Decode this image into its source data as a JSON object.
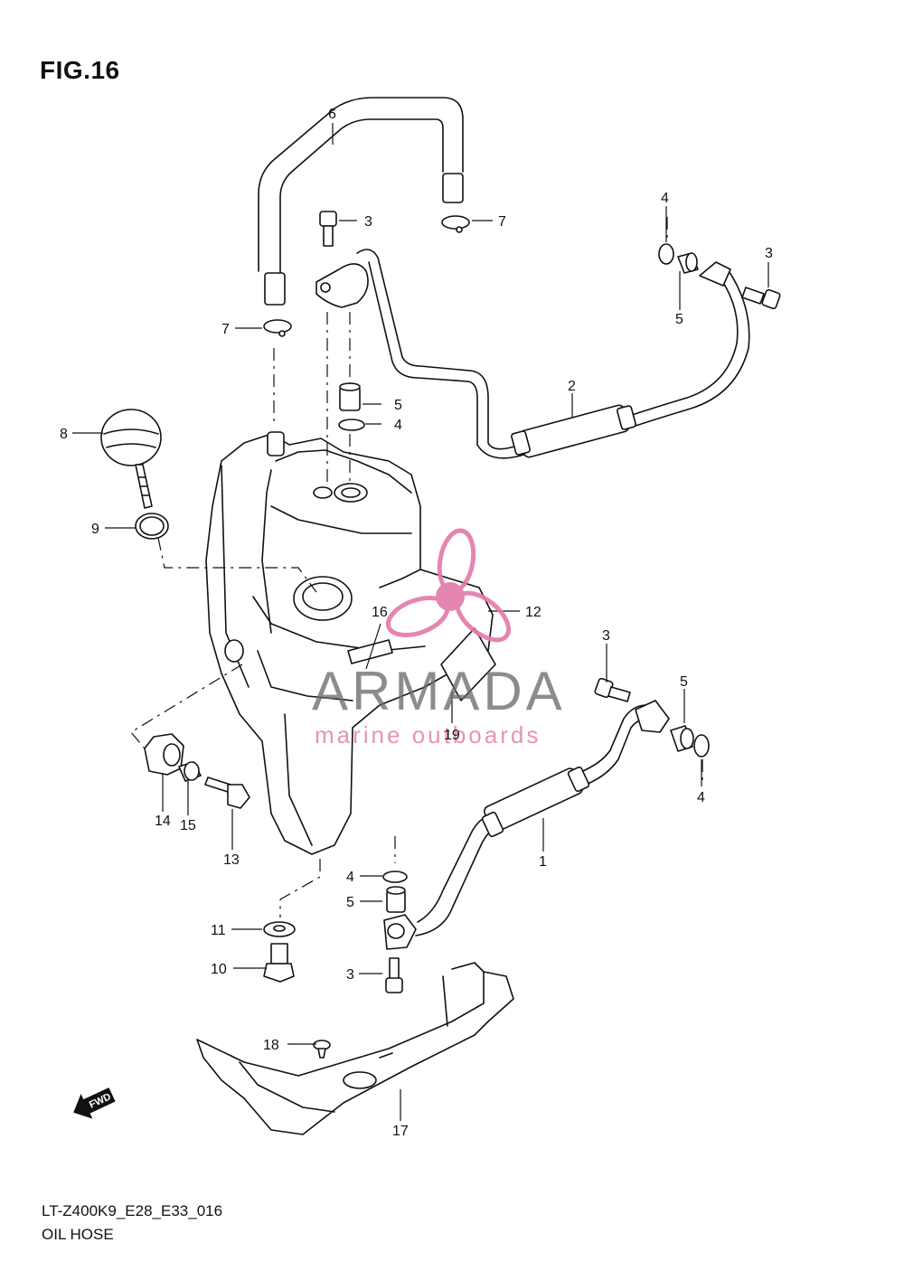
{
  "figure": {
    "title": "FIG.16",
    "model_code": "LT-Z400K9_E28_E33_016",
    "section_name": "OIL HOSE"
  },
  "watermark": {
    "brand": "ARMADA",
    "tagline": "marine outboards",
    "accent_color": "#e27aa8"
  },
  "direction_marker": {
    "label": "FWD",
    "icon": "fwd-arrow-icon"
  },
  "callouts": {
    "n1": "1",
    "n2": "2",
    "n3a": "3",
    "n3b": "3",
    "n3c": "3",
    "n3d": "3",
    "n4a": "4",
    "n4b": "4",
    "n4c": "4",
    "n4d": "4",
    "n5a": "5",
    "n5b": "5",
    "n5c": "5",
    "n5d": "5",
    "n6": "6",
    "n7a": "7",
    "n7b": "7",
    "n8": "8",
    "n9": "9",
    "n10": "10",
    "n11": "11",
    "n12": "12",
    "n13": "13",
    "n14": "14",
    "n15": "15",
    "n16": "16",
    "n17": "17",
    "n18": "18",
    "n19": "19"
  }
}
